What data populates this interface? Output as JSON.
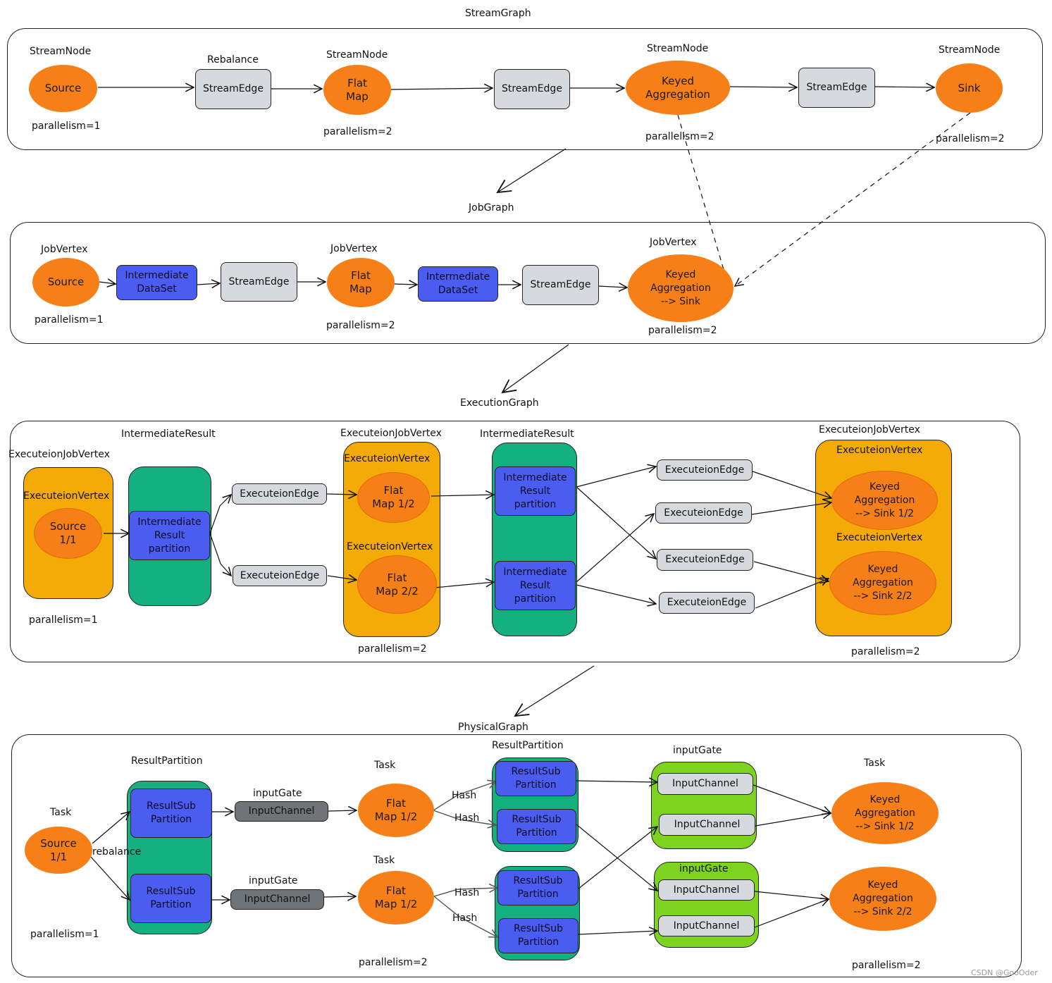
{
  "titles": {
    "stream_graph": "StreamGraph",
    "job_graph": "JobGraph",
    "execution_graph": "ExecutionGraph",
    "physical_graph": "PhysicalGraph"
  },
  "stream": {
    "label_streamnode": "StreamNode",
    "label_rebalance": "Rebalance",
    "source": "Source",
    "flat_map": "Flat\nMap",
    "keyed_aggregation": "Keyed\nAggregation",
    "sink": "Sink",
    "edge": "StreamEdge",
    "p1": "parallelism=1",
    "p2": "parallelism=2"
  },
  "job": {
    "label_jobvertex": "JobVertex",
    "source": "Source",
    "intermediate_dataset": "Intermediate\nDataSet",
    "edge": "StreamEdge",
    "flat_map": "Flat\nMap",
    "keyed_agg_sink": "Keyed\nAggregation\n--> Sink",
    "p1": "parallelism=1",
    "p2": "parallelism=2"
  },
  "execution": {
    "label_intermediate_result": "IntermediateResult",
    "label_job_vertex": "ExecuteionJobVertex",
    "label_vertex": "ExecuteionVertex",
    "source": "Source\n1/1",
    "result_partition": "Intermediate\nResult\npartition",
    "edge": "ExecuteionEdge",
    "flat_map_1": "Flat\nMap 1/2",
    "flat_map_2": "Flat\nMap 2/2",
    "keyed_1": "Keyed\nAggregation\n--> Sink 1/2",
    "keyed_2": "Keyed\nAggregation\n--> Sink 2/2",
    "p1": "parallelism=1",
    "p2": "parallelism=2"
  },
  "physical": {
    "label_task": "Task",
    "label_result_partition": "ResultPartition",
    "label_input_gate": "inputGate",
    "source": "Source\n1/1",
    "rebalance": "rebalance",
    "result_sub_partition": "ResultSub\nPartition",
    "input_channel": "InputChannel",
    "flat_map": "Flat\nMap 1/2",
    "hash": "Hash",
    "keyed_1": "Keyed\nAggregation\n--> Sink 1/2",
    "keyed_2": "Keyed\nAggregation\n--> Sink 2/2",
    "p1": "parallelism=1",
    "p2": "parallelism=2"
  },
  "watermark": "CSDN @GooOder",
  "colors": {
    "orange": "#f67f17",
    "gray": "#d6d9de",
    "dark_gray": "#6f7478",
    "blue": "#4a5df0",
    "teal": "#14b07f",
    "lime": "#7ed320",
    "yellow": "#f5ab07"
  }
}
